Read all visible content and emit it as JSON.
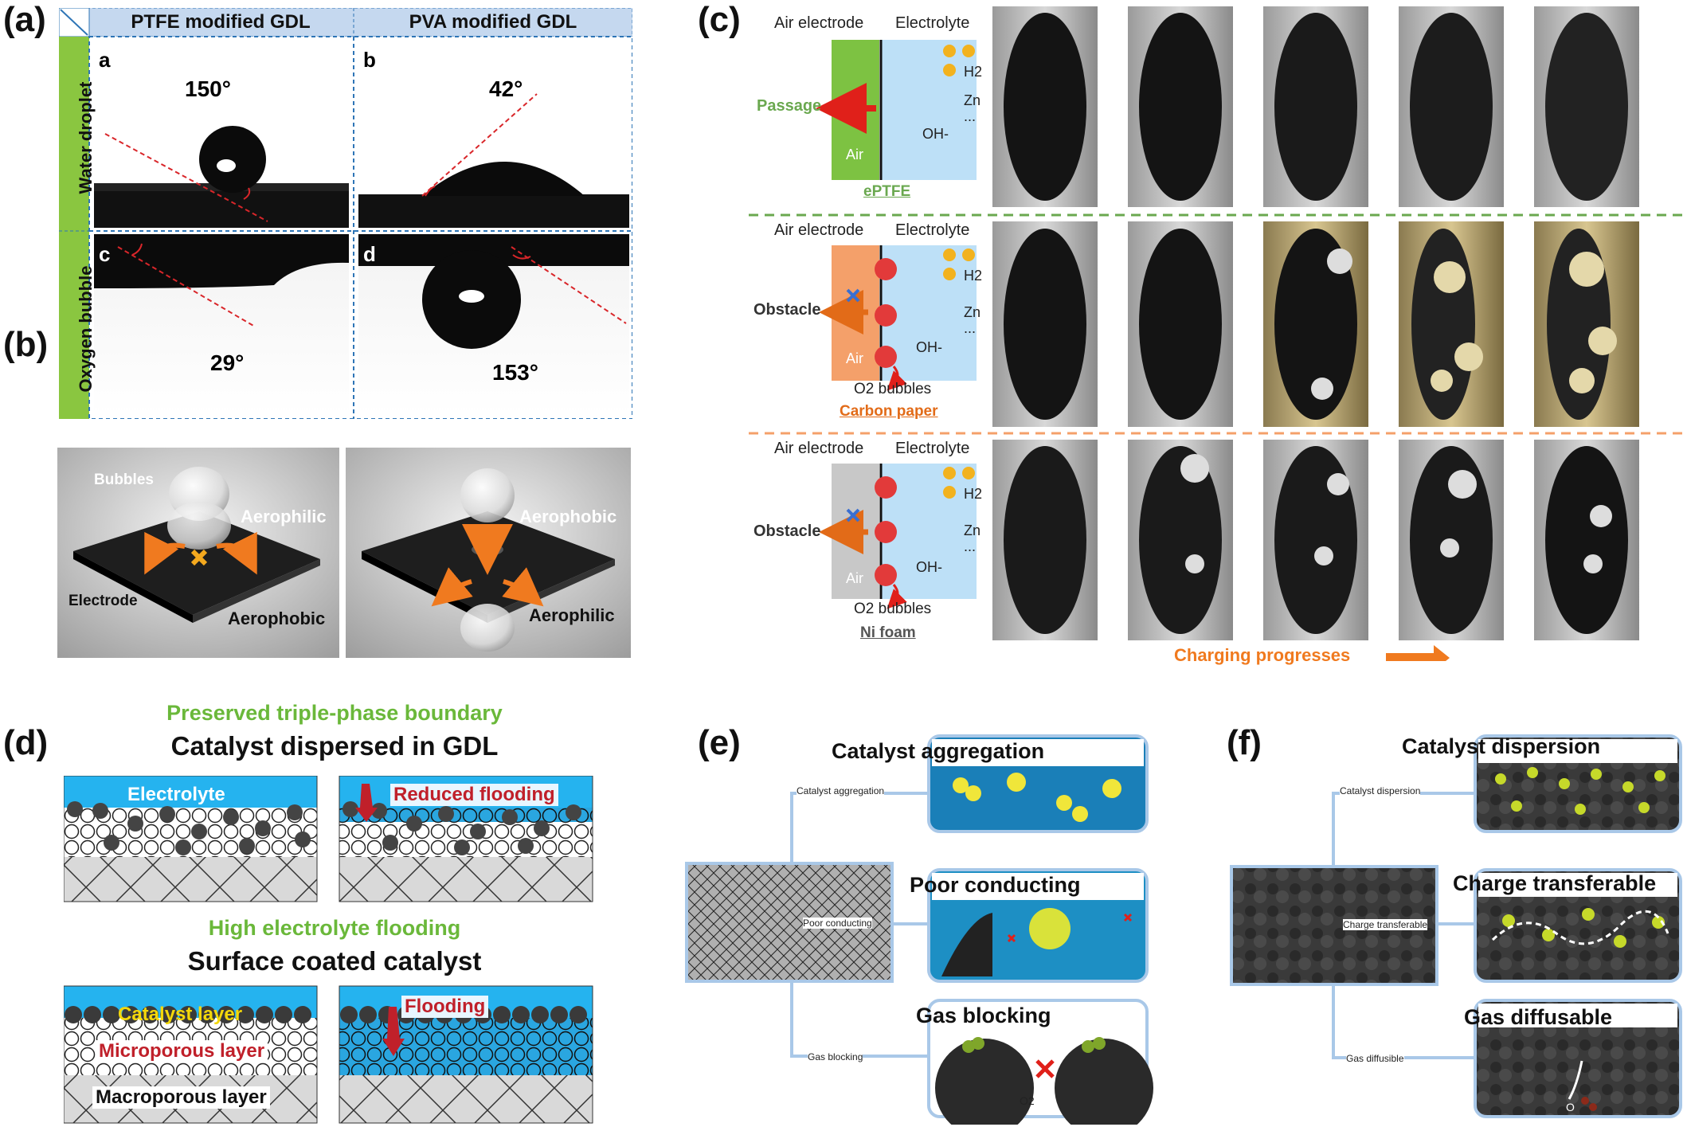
{
  "panel_labels": {
    "a": "(a)",
    "b": "(b)",
    "c": "(c)",
    "d": "(d)",
    "e": "(e)",
    "f": "(f)"
  },
  "panel_a": {
    "col_headers": [
      "PTFE modified GDL",
      "PVA modified GDL"
    ],
    "row_headers": [
      "Water droplet",
      "Oxygen bubble"
    ],
    "cells": [
      {
        "letter": "a",
        "angle": "150°"
      },
      {
        "letter": "b",
        "angle": "42°"
      },
      {
        "letter": "c",
        "angle": "29°"
      },
      {
        "letter": "d",
        "angle": "153°"
      }
    ]
  },
  "panel_b": {
    "left": {
      "bubbles": "Bubbles",
      "aerophilic": "Aerophilic",
      "electrode": "Electrode",
      "aerophobic": "Aerophobic"
    },
    "right": {
      "aerophobic": "Aerophobic",
      "aerophilic": "Aerophilic"
    }
  },
  "panel_c": {
    "rows": [
      {
        "air_electrode": "Air electrode",
        "electrolyte": "Electrolyte",
        "action": "Passage",
        "air": "Air",
        "material": "ePTFE",
        "h2": "H2",
        "zn": "Zn",
        "dots": "...",
        "oh": "OH-",
        "o2": ""
      },
      {
        "air_electrode": "Air electrode",
        "electrolyte": "Electrolyte",
        "action": "Obstacle",
        "air": "Air",
        "material": "Carbon paper",
        "h2": "H2",
        "zn": "Zn",
        "dots": "...",
        "oh": "OH-",
        "o2": "O2 bubbles"
      },
      {
        "air_electrode": "Air electrode",
        "electrolyte": "Electrolyte",
        "action": "Obstacle",
        "air": "Air",
        "material": "Ni foam",
        "h2": "H2",
        "zn": "Zn",
        "dots": "...",
        "oh": "OH-",
        "o2": "O2 bubbles"
      }
    ],
    "charging": "Charging progresses",
    "colors": {
      "eptfe": "#7dc242",
      "carbon": "#f4a06a",
      "nifoam": "#c8c8c8",
      "electrolyte": "#bde0f7",
      "accent": "#f07a1f"
    }
  },
  "panel_d": {
    "top_subtitle": "Preserved triple-phase boundary",
    "top_title": "Catalyst dispersed in GDL",
    "electrolyte": "Electrolyte",
    "reduced_flooding": "Reduced flooding",
    "bottom_subtitle": "High electrolyte flooding",
    "bottom_title": "Surface coated catalyst",
    "catalyst_layer": "Catalyst layer",
    "microporous_layer": "Microporous layer",
    "macroporous_layer": "Macroporous layer",
    "flooding": "Flooding"
  },
  "panel_e": {
    "title1": "Catalyst aggregation",
    "title2": "Poor conducting",
    "title3": "Gas blocking",
    "branch1": "Catalyst aggregation",
    "branch2": "Poor conducting",
    "branch3": "Gas blocking",
    "o2": "O2"
  },
  "panel_f": {
    "title1": "Catalyst dispersion",
    "title2": "Charge transferable",
    "title3": "Gas diffusable",
    "branch1": "Catalyst dispersion",
    "branch2": "Charge transferable",
    "branch3": "Gas diffusible",
    "o2": "O"
  }
}
